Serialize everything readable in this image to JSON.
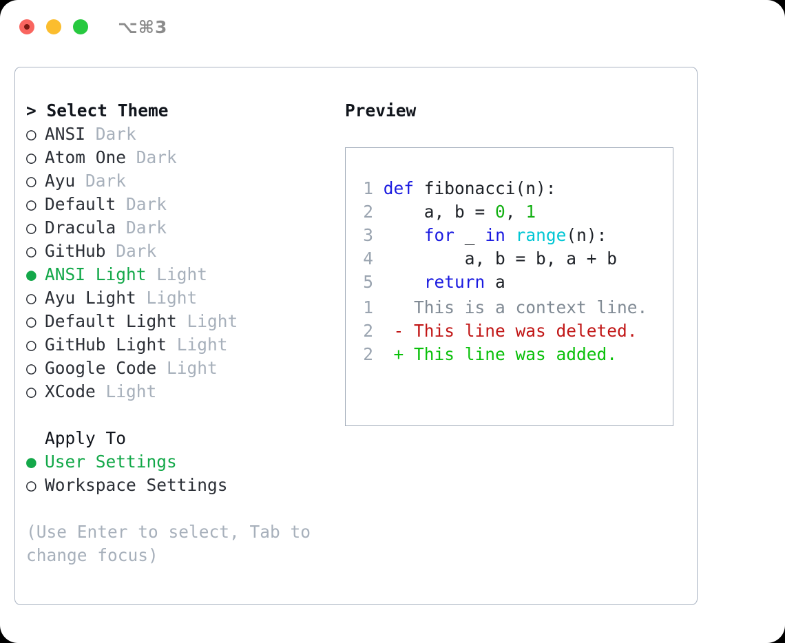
{
  "titlebar": {
    "shortcut": "⌥⌘3",
    "buttons": {
      "close": "close",
      "minimize": "minimize",
      "maximize": "maximize"
    }
  },
  "left": {
    "header": {
      "prefix": "> ",
      "title": "Select Theme"
    },
    "bullet_off": "○",
    "bullet_on": "●",
    "themes": [
      {
        "name": "ANSI",
        "kind": "Dark",
        "selected": false
      },
      {
        "name": "Atom One",
        "kind": "Dark",
        "selected": false
      },
      {
        "name": "Ayu",
        "kind": "Dark",
        "selected": false
      },
      {
        "name": "Default",
        "kind": "Dark",
        "selected": false
      },
      {
        "name": "Dracula",
        "kind": "Dark",
        "selected": false
      },
      {
        "name": "GitHub",
        "kind": "Dark",
        "selected": false
      },
      {
        "name": "ANSI Light",
        "kind": "Light",
        "selected": true
      },
      {
        "name": "Ayu Light",
        "kind": "Light",
        "selected": false
      },
      {
        "name": "Default Light",
        "kind": "Light",
        "selected": false
      },
      {
        "name": "GitHub Light",
        "kind": "Light",
        "selected": false
      },
      {
        "name": "Google Code",
        "kind": "Light",
        "selected": false
      },
      {
        "name": "XCode",
        "kind": "Light",
        "selected": false
      }
    ],
    "apply_to": {
      "title": "Apply To",
      "options": [
        {
          "label": "User Settings",
          "selected": true
        },
        {
          "label": "Workspace Settings",
          "selected": false
        }
      ]
    },
    "hint": "(Use Enter to select, Tab to change focus)"
  },
  "right": {
    "title": "Preview",
    "code": [
      {
        "n": "1",
        "tokens": [
          {
            "t": "def",
            "c": "kw"
          },
          {
            "t": " fibonacci(n):",
            "c": "id"
          }
        ]
      },
      {
        "n": "2",
        "tokens": [
          {
            "t": "    a, b = ",
            "c": "id"
          },
          {
            "t": "0",
            "c": "num"
          },
          {
            "t": ", ",
            "c": "id"
          },
          {
            "t": "1",
            "c": "num"
          }
        ]
      },
      {
        "n": "3",
        "tokens": [
          {
            "t": "    ",
            "c": "id"
          },
          {
            "t": "for",
            "c": "kw"
          },
          {
            "t": " _ ",
            "c": "id"
          },
          {
            "t": "in",
            "c": "kw"
          },
          {
            "t": " ",
            "c": "id"
          },
          {
            "t": "range",
            "c": "fn"
          },
          {
            "t": "(n):",
            "c": "id"
          }
        ]
      },
      {
        "n": "4",
        "tokens": [
          {
            "t": "        a, b = b, a + b",
            "c": "id"
          }
        ]
      },
      {
        "n": "5",
        "tokens": [
          {
            "t": "    ",
            "c": "id"
          },
          {
            "t": "return",
            "c": "kw"
          },
          {
            "t": " a",
            "c": "id"
          }
        ]
      }
    ],
    "diff": [
      {
        "n": "1",
        "marker": "  ",
        "text": "This is a context line.",
        "kind": "ctx"
      },
      {
        "n": "2",
        "marker": "- ",
        "text": "This line was deleted.",
        "kind": "del"
      },
      {
        "n": "2",
        "marker": "+ ",
        "text": "This line was added.",
        "kind": "add"
      }
    ]
  },
  "colors": {
    "accent_green": "#13a849",
    "muted": "#a7b0bb",
    "keyword": "#1a1ae0",
    "function": "#00c6d4",
    "number": "#13b013",
    "diff_add": "#0ac00a",
    "diff_del": "#c11616",
    "border": "#a8b2c1"
  }
}
